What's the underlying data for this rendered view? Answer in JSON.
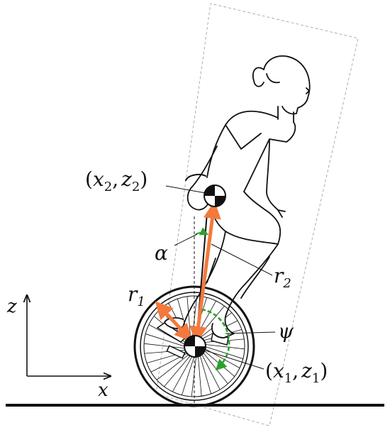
{
  "labels": {
    "com_upper_open": "(",
    "com_upper_x": "x",
    "com_upper_x_sub": "2",
    "com_upper_comma": ",",
    "com_upper_z": "z",
    "com_upper_z_sub": "2",
    "com_upper_close": ")",
    "com_lower_open": "(",
    "com_lower_x": "x",
    "com_lower_x_sub": "1",
    "com_lower_comma": ",",
    "com_lower_z": "z",
    "com_lower_z_sub": "1",
    "com_lower_close": ")",
    "alpha": "α",
    "r1": "r",
    "r1_sub": "1",
    "r2": "r",
    "r2_sub": "2",
    "psi": "ψ",
    "axis_z": "z",
    "axis_x": "x"
  },
  "colors": {
    "line": "#111111",
    "vector": "#f4793b",
    "angle": "#2ca02c",
    "frame": "#9a9a9a"
  },
  "icons": {
    "center_of_mass": "checkered-com-marker"
  }
}
